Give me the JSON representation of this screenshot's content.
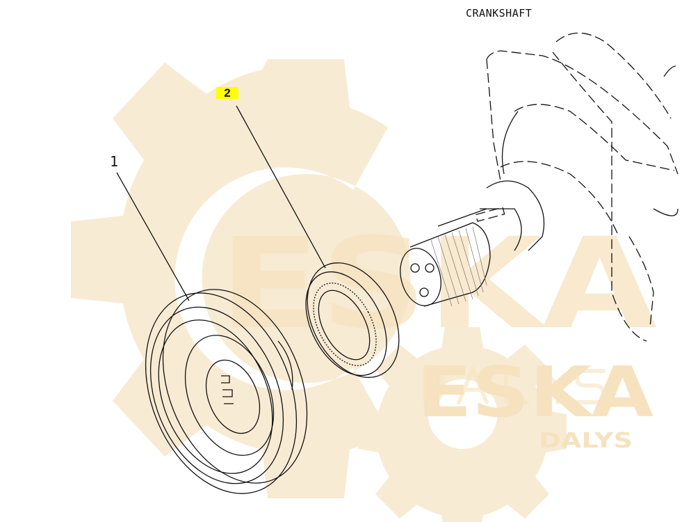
{
  "diagram": {
    "title": "CRANKSHAFT",
    "callouts": [
      {
        "id": "1",
        "label": "1"
      },
      {
        "id": "2",
        "label": "2",
        "highlight_color": "#ffff00"
      }
    ],
    "parts": [
      "crankshaft",
      "pulley",
      "oil-seal"
    ]
  },
  "watermark": {
    "logo_text": "ESKA",
    "logo_subtext": "DALYS",
    "color": "#f8ebd4"
  }
}
